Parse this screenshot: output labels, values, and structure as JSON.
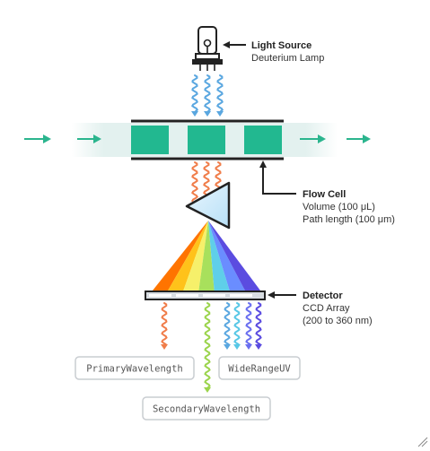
{
  "labels": {
    "light_source": {
      "title": "Light Source",
      "subtitle": "Deuterium Lamp"
    },
    "flow_cell": {
      "title": "Flow Cell",
      "line1": "Volume (100 μL)",
      "line2": "Path length (100 μm)"
    },
    "detector": {
      "title": "Detector",
      "line1": "CCD Array",
      "line2": "(200 to 360 nm)"
    }
  },
  "outputs": {
    "primary": "PrimaryWavelength",
    "wide": "WideRangeUV",
    "secondary": "SecondaryWavelength"
  },
  "colors": {
    "flow_green": "#22b890",
    "arrow_green": "#2bb58e",
    "uv_blue": "#5aa7e0",
    "orange": "#f07d4a",
    "spectrum": [
      "#ff7400",
      "#ffc21a",
      "#f6f06a",
      "#a8e05c",
      "#5fcfe9",
      "#6a8dff",
      "#5b4ce0"
    ]
  }
}
